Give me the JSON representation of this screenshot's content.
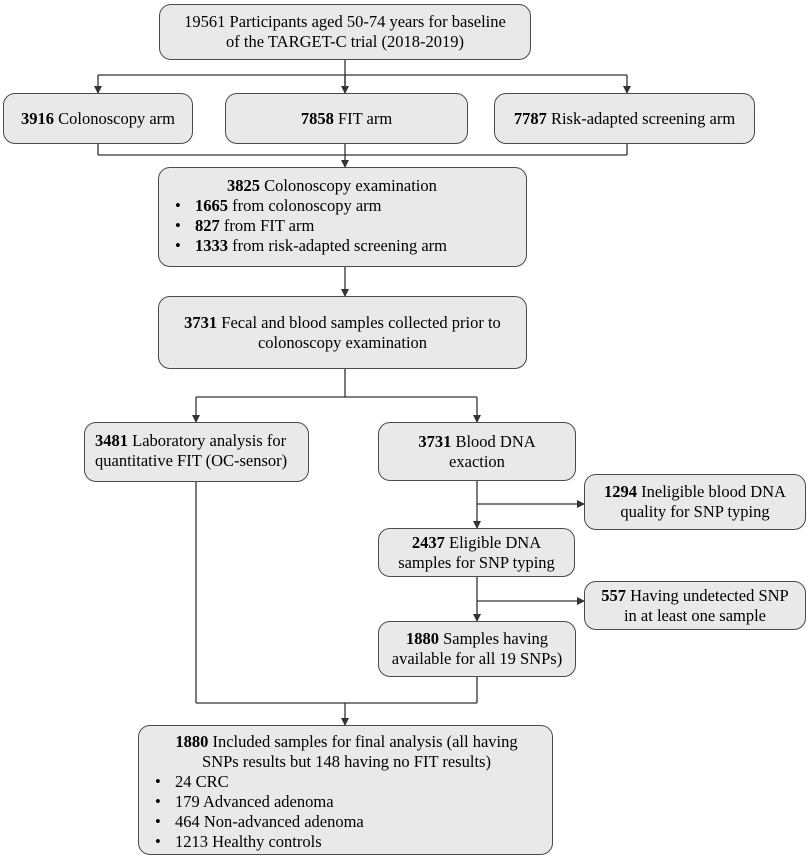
{
  "nodes": {
    "participants": {
      "line1": "19561 Participants aged 50-74 years for baseline",
      "line2": "of the TARGET-C trial (2018-2019)"
    },
    "colonoscopy_arm": {
      "num": "3916",
      "text": " Colonoscopy arm"
    },
    "fit_arm": {
      "num": "7858",
      "text": " FIT arm"
    },
    "risk_arm": {
      "num": "7787",
      "text": " Risk-adapted screening arm"
    },
    "colonoscopy_exam": {
      "num": "3825",
      "text": " Colonoscopy examination",
      "items": [
        {
          "num": "1665",
          "text": " from colonoscopy arm"
        },
        {
          "num": "827",
          "text": " from FIT arm"
        },
        {
          "num": "1333",
          "text": " from risk-adapted screening arm"
        }
      ]
    },
    "samples_collected": {
      "num": "3731",
      "line1": " Fecal and blood samples collected prior to",
      "line2": "colonoscopy examination"
    },
    "lab_analysis": {
      "num": "3481",
      "line1": " Laboratory analysis for",
      "line2": "quantitative FIT (OC-sensor)"
    },
    "blood_dna": {
      "num": "3731",
      "line1": " Blood DNA",
      "line2": "exaction"
    },
    "ineligible": {
      "num": "1294",
      "line1": " Ineligible blood DNA",
      "line2": "quality for SNP typing"
    },
    "eligible": {
      "num": "2437",
      "line1": " Eligible DNA",
      "line2": "samples for SNP typing"
    },
    "undetected": {
      "num": "557",
      "line1": " Having undetected SNP",
      "line2": "in at least one sample"
    },
    "all_snps": {
      "num": "1880",
      "line1": " Samples having",
      "line2": "available for all 19 SNPs)"
    },
    "final": {
      "num": "1880",
      "line1": " Included samples for final analysis (all having",
      "line2": "SNPs results but 148 having no FIT results)",
      "items": [
        "24 CRC",
        "179 Advanced adenoma",
        "464 Non-advanced adenoma",
        "1213 Healthy controls"
      ]
    }
  }
}
